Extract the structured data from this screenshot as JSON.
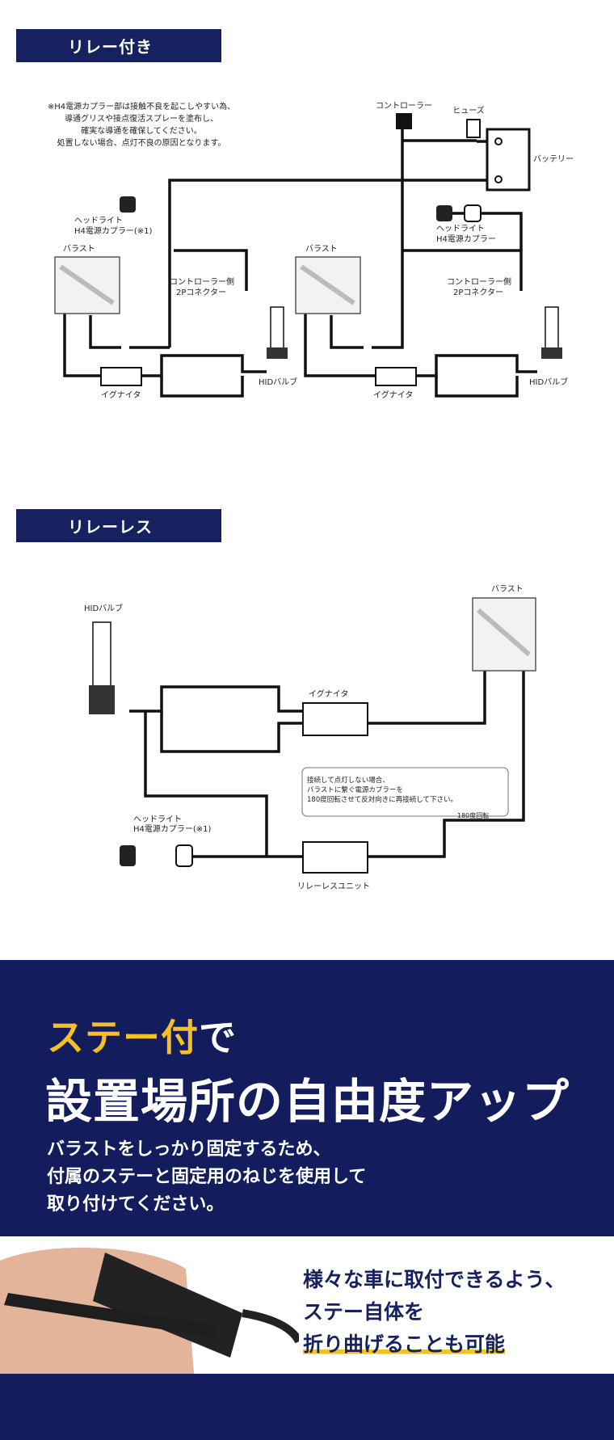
{
  "sections": {
    "relay": {
      "title": "リレー付き"
    },
    "relayless": {
      "title": "リレーレス"
    }
  },
  "relay_diagram": {
    "note": [
      "※H4電源カプラー部は接触不良を起こしやすい為、",
      "導通グリスや接点復活スプレーを塗布し、",
      "確実な導通を確保してください。",
      "処置しない場合、点灯不良の原因となります。"
    ],
    "controller": "コントローラー",
    "fuse": "ヒューズ",
    "battery": "バッテリー",
    "headlight_left": [
      "ヘッドライト",
      "H4電源カプラー(※1)"
    ],
    "headlight_right": [
      "ヘッドライト",
      "H4電源カプラー"
    ],
    "ballast": "バラスト",
    "connector": [
      "コントローラー側",
      "2Pコネクター"
    ],
    "igniter": "イグナイタ",
    "hid_bulb": "HIDバルブ"
  },
  "relayless_diagram": {
    "hid_bulb": "HIDバルブ",
    "ballast": "バラスト",
    "igniter": "イグナイタ",
    "note": [
      "接続して点灯しない場合、",
      "バラストに繋ぐ電源カプラーを",
      "180度回転させて反対向きに再接続して下さい。"
    ],
    "rotate": "180度回転",
    "headlight": [
      "ヘッドライト",
      "H4電源カプラー(※1)"
    ],
    "unit": "リレーレスユニット"
  },
  "promo": {
    "line1_highlight": "ステー付",
    "line1_rest": "で",
    "line2": "設置場所の自由度アップ",
    "body": [
      "バラストをしっかり固定するため、",
      "付属のステーと固定用のねじを使用して",
      "取り付けてください。"
    ],
    "callout": [
      "様々な車に取付できるよう、",
      "ステー自体を",
      "折り曲げることも可能"
    ]
  },
  "colors": {
    "navy": "#16215f",
    "promo_bg": "#131d5d",
    "accent": "#f6bf24"
  }
}
